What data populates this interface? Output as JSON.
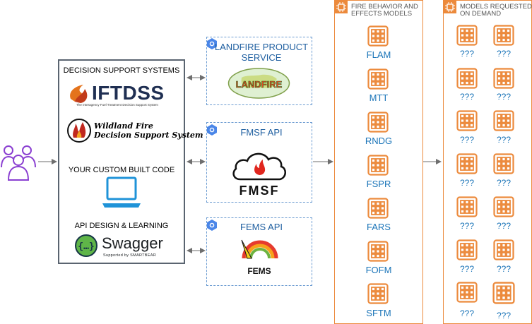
{
  "dss": {
    "title": "DECISION SUPPORT SYSTEMS",
    "iftdss_word": "IFTDSS",
    "iftdss_sub": "The Interagency Fuel Treatment Decision Support System",
    "wfdss_line1": "Wildland Fire",
    "wfdss_line2": "Decision Support System",
    "custom_label": "YOUR CUSTOM BUILT CODE",
    "api_label": "API DESIGN & LEARNING",
    "swagger_word": "Swagger",
    "swagger_sub": "Supported by SMARTBEAR"
  },
  "services": [
    {
      "title": "LANDFIRE PRODUCT SERVICE",
      "logo_text": "LANDFIRE"
    },
    {
      "title": "FMSF API",
      "logo_text": "FMSF"
    },
    {
      "title": "FEMS API",
      "logo_text": "FEMS"
    }
  ],
  "fire_models": {
    "title_line1": "FIRE BEHAVIOR AND",
    "title_line2": "EFFECTS MODELS",
    "items": [
      "FLAM",
      "MTT",
      "RNDG",
      "FSPR",
      "FARS",
      "FOFM",
      "SFTM"
    ]
  },
  "ondemand": {
    "title_line1": "MODELS REQUESTED",
    "title_line2": "ON DEMAND",
    "placeholder": "???"
  },
  "colors": {
    "accent_orange": "#ec8a3c",
    "service_blue": "#1f5fa0",
    "model_blue": "#1a74b8",
    "users_purple": "#8a3fd1",
    "laptop_blue": "#1f93d8"
  }
}
